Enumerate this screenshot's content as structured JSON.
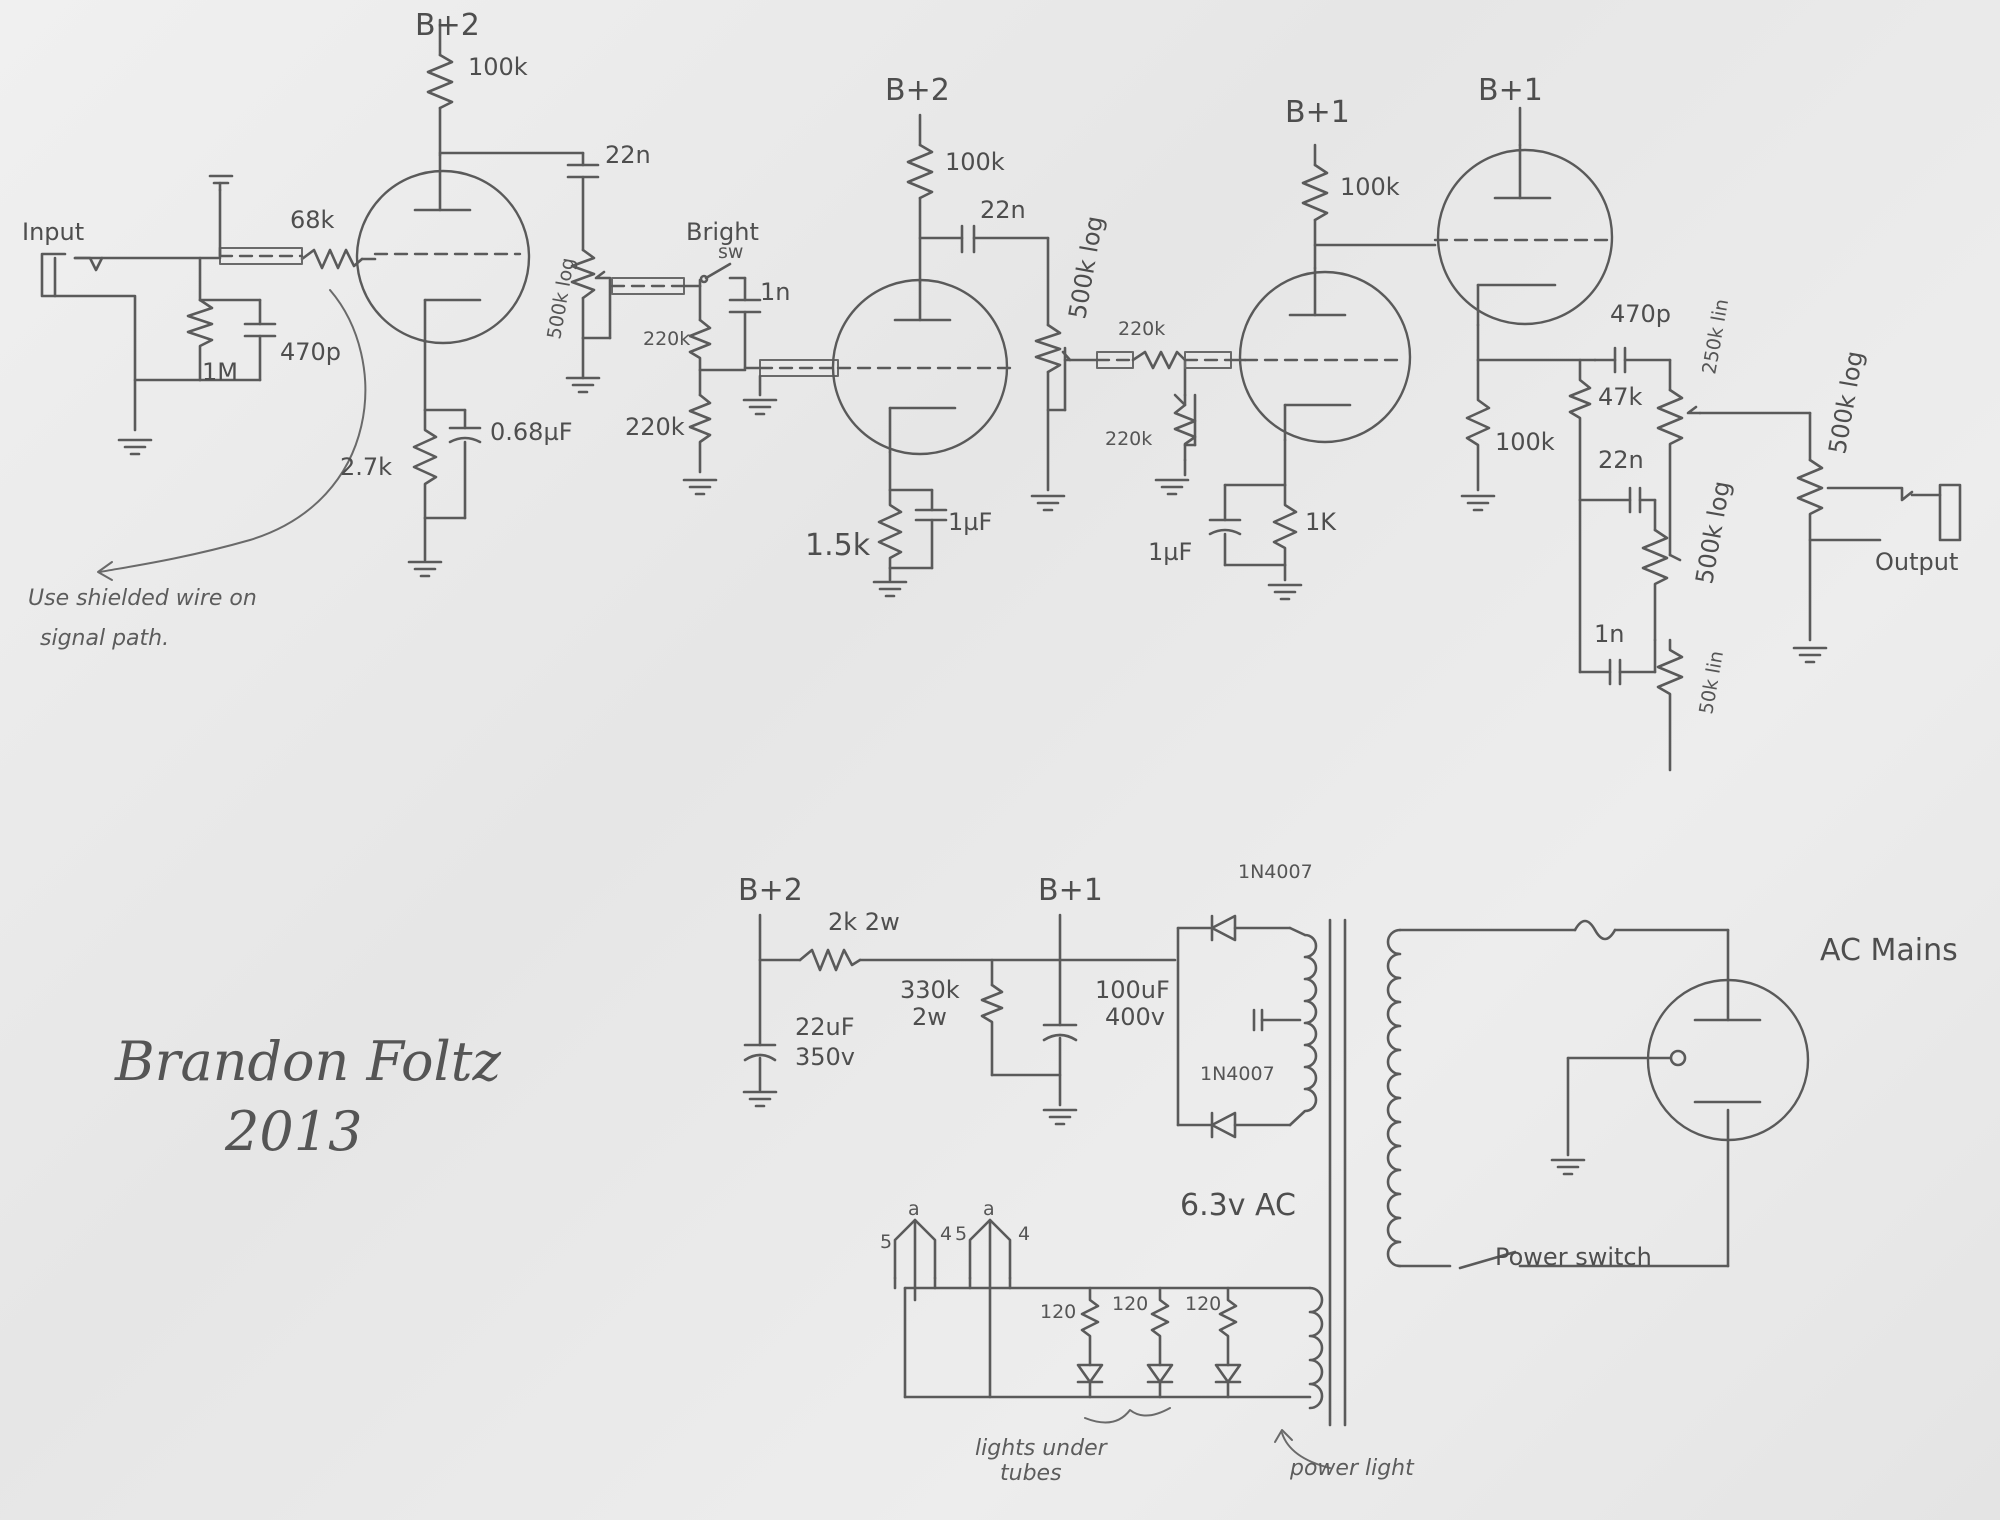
{
  "labels": {
    "b2_v1": "B+2",
    "r_plate_v1": "100k",
    "c_22n_1": "22n",
    "input": "Input",
    "r_68k": "68k",
    "r_1m": "1M",
    "c_470p_1": "470p",
    "pot_500k_log_1": "500k log",
    "r_2_7k": "2.7k",
    "c_068": "0.68µF",
    "bright_sw": "Bright\nsw",
    "c_1n_bright": "1n",
    "r_220k_a": "220k",
    "r_220k_b": "220k",
    "b2_v2": "B+2",
    "r_plate_v2": "100k",
    "c_22n_2": "22n",
    "pot_500k_log_2": "500k log",
    "r_1_5k": "1.5k",
    "c_1uf_1": "1µF",
    "r_220k_c": "220k",
    "r_220k_d": "220k",
    "b1_v3": "B+1",
    "r_plate_v3": "100k",
    "r_1k": "1K",
    "c_1uf_2": "1µF",
    "b1_v4": "B+1",
    "r_100k_cath": "100k",
    "c_470p_2": "470p",
    "r_47k": "47k",
    "pot_250k_lin": "250k lin",
    "c_22n_3": "22n",
    "pot_500k_log_3": "500k log",
    "c_1n_2": "1n",
    "pot_50k_lin": "50k lin",
    "pot_500k_log_4": "500k log",
    "output": "Output",
    "shield_note": "Use shielded wire on\nsignal path.",
    "b2_ps": "B+2",
    "r_2k2w": "2k 2w",
    "b1_ps": "B+1",
    "r_330k": "330k\n2w",
    "c_22uf": "22uF\n350v",
    "c_100uf": "100uF\n400v",
    "d_top": "1N4007",
    "d_bot": "1N4007",
    "ac_mains": "AC Mains",
    "power_switch": "Power switch",
    "heater": "6.3v AC",
    "pin_a1": "a",
    "pin_a2": "a",
    "pin_5a": "5",
    "pin_4a": "4",
    "pin_5b": "5",
    "pin_4b": "4",
    "r_120a": "120",
    "r_120b": "120",
    "r_120c": "120",
    "lights_note": "lights under\ntubes",
    "power_light": "power light"
  },
  "signature": {
    "name": "Brandon Foltz",
    "year": "2013"
  }
}
